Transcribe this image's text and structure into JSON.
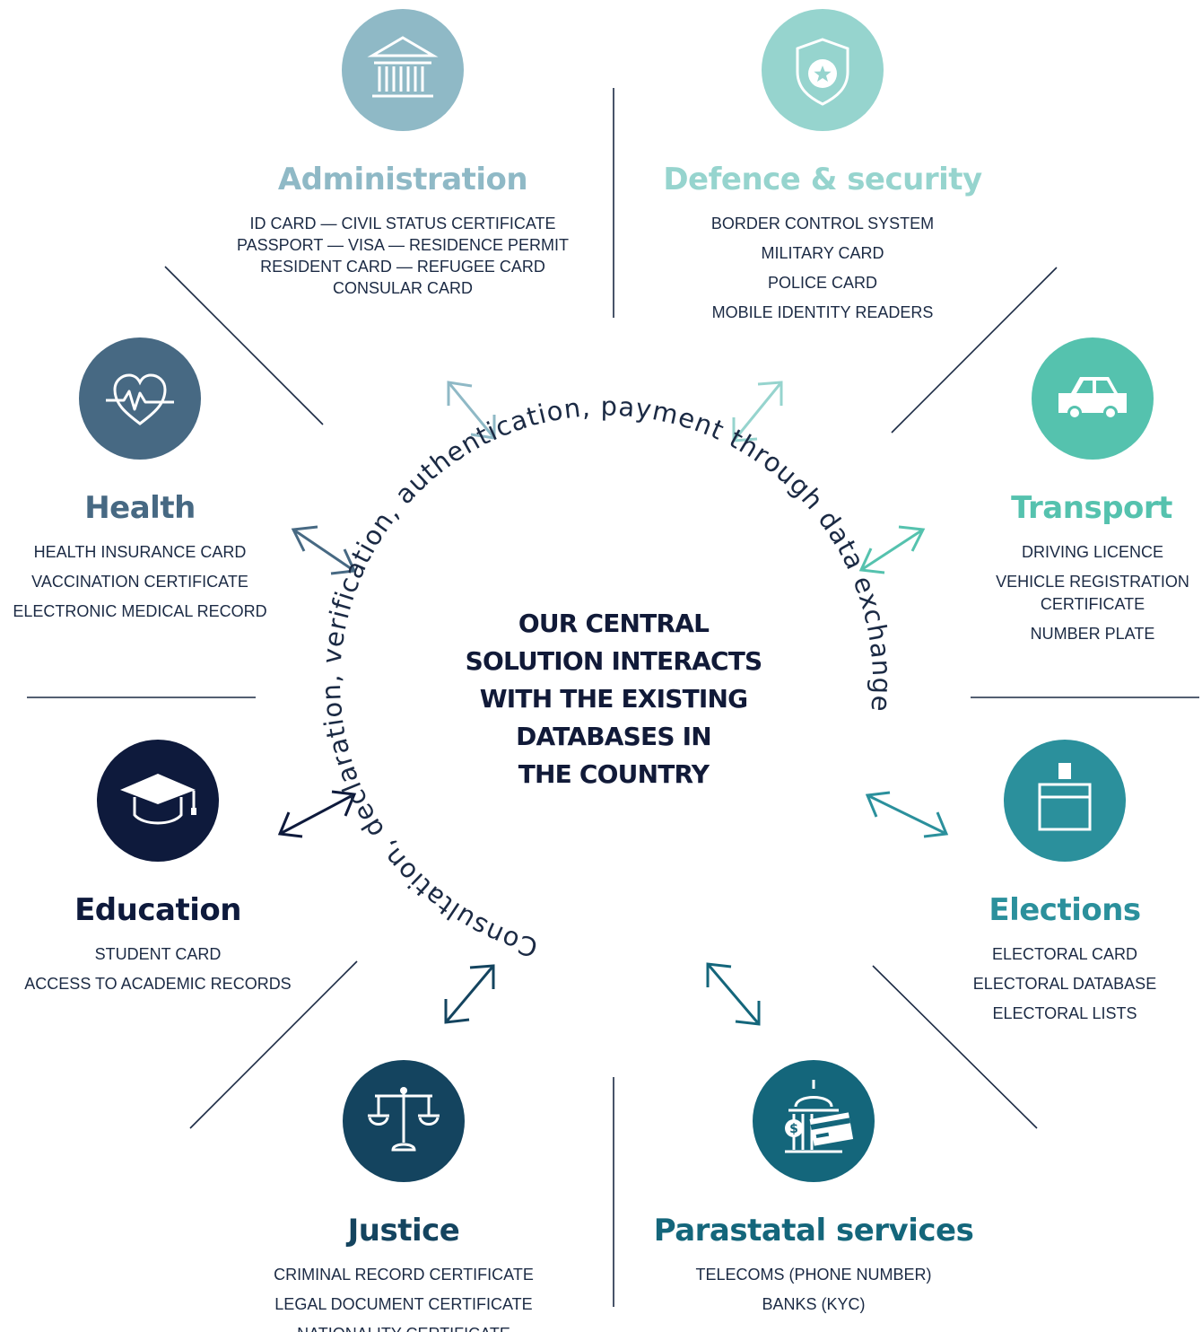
{
  "center": {
    "lines": [
      "OUR CENTRAL",
      "SOLUTION INTERACTS",
      "WITH THE EXISTING",
      "DATABASES IN",
      "THE COUNTRY"
    ],
    "arc_text": "Consultation, declaration, verification, authentication, payment through data exchange"
  },
  "colors": {
    "administration": "#8fb9c6",
    "defence": "#96d4ce",
    "transport": "#55c2ae",
    "health": "#476983",
    "education": "#0e1a3c",
    "elections": "#2b909c",
    "justice": "#14445f",
    "parastatal": "#14667b",
    "text": "#1b2a44",
    "lines": "#1b2a44"
  },
  "sectors": {
    "administration": {
      "icon": "government-building-icon",
      "title": "Administration",
      "items": [
        "ID CARD — CIVIL STATUS CERTIFICATE",
        "PASSPORT — VISA — RESIDENCE PERMIT",
        "RESIDENT CARD — REFUGEE CARD",
        "CONSULAR CARD"
      ]
    },
    "defence": {
      "icon": "shield-star-icon",
      "title": "Defence & security",
      "items": [
        "BORDER CONTROL SYSTEM",
        "MILITARY CARD",
        "POLICE CARD",
        "MOBILE IDENTITY READERS"
      ]
    },
    "health": {
      "icon": "heart-pulse-icon",
      "title": "Health",
      "items": [
        "HEALTH INSURANCE CARD",
        "VACCINATION CERTIFICATE",
        "ELECTRONIC MEDICAL RECORD"
      ]
    },
    "transport": {
      "icon": "car-icon",
      "title": "Transport",
      "items": [
        "DRIVING LICENCE",
        "VEHICLE REGISTRATION",
        "CERTIFICATE",
        "NUMBER PLATE"
      ]
    },
    "education": {
      "icon": "graduation-cap-icon",
      "title": "Education",
      "items": [
        "STUDENT CARD",
        "ACCESS TO ACADEMIC RECORDS"
      ]
    },
    "elections": {
      "icon": "ballot-box-icon",
      "title": "Elections",
      "items": [
        "ELECTORAL CARD",
        "ELECTORAL DATABASE",
        "ELECTORAL LISTS"
      ]
    },
    "justice": {
      "icon": "scales-icon",
      "title": "Justice",
      "items": [
        "CRIMINAL RECORD CERTIFICATE",
        "LEGAL DOCUMENT CERTIFICATE",
        "NATIONALITY CERTIFICATE"
      ]
    },
    "parastatal": {
      "icon": "bank-card-icon",
      "title": "Parastatal services",
      "items": [
        "TELECOMS (PHONE NUMBER)",
        "BANKS (KYC)"
      ]
    }
  }
}
